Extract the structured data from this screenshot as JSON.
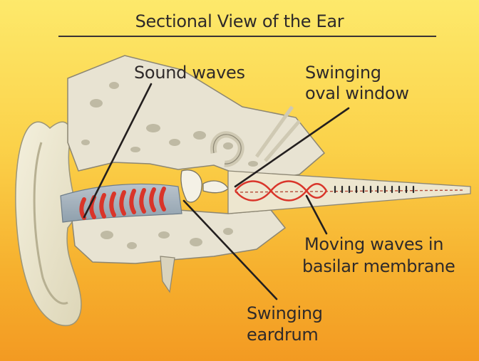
{
  "title": "Sectional View of the Ear",
  "labels": {
    "sound_waves": "Sound waves",
    "oval_window_1": "Swinging",
    "oval_window_2": "oval window",
    "basilar_1": "Moving waves in",
    "basilar_2": "basilar membrane",
    "eardrum_1": "Swinging",
    "eardrum_2": "eardrum"
  },
  "colors": {
    "background_top": "#fde96b",
    "background_bottom": "#f39a22",
    "tissue": "#efe9cf",
    "bone": "#e6e2d8",
    "wave_red": "#d9352a",
    "line": "#231f1f"
  }
}
